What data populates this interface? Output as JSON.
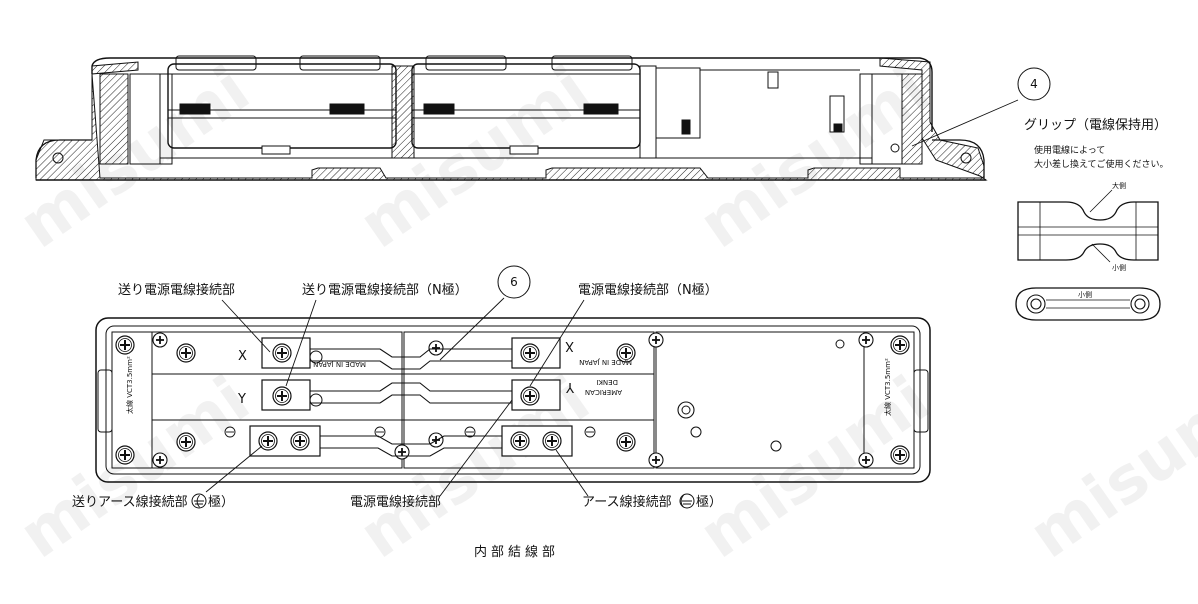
{
  "watermark": "misumi",
  "callouts": {
    "four": "4",
    "six": "6"
  },
  "grip": {
    "title": "グリップ（電線保持用）",
    "note_line1": "使用電線によって",
    "note_line2": "大小差し換えてご使用ください。",
    "large_side": "大側",
    "small_side": "小側"
  },
  "labels": {
    "send_power": "送り電源電線接続部",
    "send_power_n": "送り電源電線接続部（N極）",
    "power_n": "電源電線接続部（N極）",
    "send_earth": "送りアース線接続部（",
    "send_earth_end": "極）",
    "power": "電源電線接続部",
    "earth": "アース線接続部（",
    "earth_end": "極）",
    "caption": "内部結線部"
  },
  "terminals": {
    "x": "X",
    "y": "Y"
  },
  "plate_text": {
    "made_in": "MADE IN JAPAN",
    "brand1": "AMERICAN",
    "brand2": "DENKI"
  },
  "cable_spec": "太線 VCT3.5mm²"
}
